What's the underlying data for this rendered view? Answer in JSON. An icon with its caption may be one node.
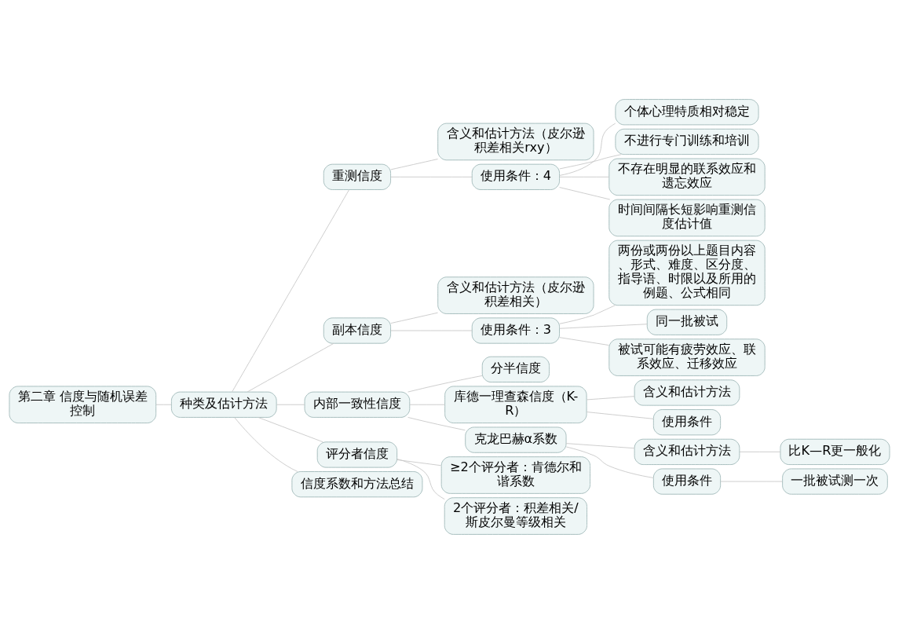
{
  "diagram": {
    "nodes": [
      {
        "text": [
          "第二章 信度与随机误差控制"
        ]
      },
      {
        "text": [
          "种类及估计方法"
        ]
      },
      {
        "text": [
          "重测信度"
        ]
      },
      {
        "text": [
          "含义和估计方法（皮尔逊积差相关rxy）"
        ]
      },
      {
        "text": [
          "使用条件：4"
        ]
      },
      {
        "text": [
          "个体心理特质相对稳定"
        ]
      },
      {
        "text": [
          "不进行专门训练和培训"
        ]
      },
      {
        "text": [
          "不存在明显的联系效应和遗忘效应"
        ]
      },
      {
        "text": [
          "时间间隔长短影响重测信度估计值"
        ]
      },
      {
        "text": [
          "副本信度"
        ]
      },
      {
        "text": [
          "含义和估计方法（皮尔逊积差相关）"
        ]
      },
      {
        "text": [
          "使用条件：3"
        ]
      },
      {
        "text": [
          "两份或两份以上题目内容、形式、难度、区分度、指导语、时限以及所用的例题、公式相同"
        ]
      },
      {
        "text": [
          "同一批被试"
        ]
      },
      {
        "text": [
          "被试可能有疲劳效应、联系效应、迁移效应"
        ]
      },
      {
        "text": [
          "内部一致性信度"
        ]
      },
      {
        "text": [
          "分半信度"
        ]
      },
      {
        "text": [
          "库德一理查森信度（K-R）"
        ]
      },
      {
        "text": [
          "含义和估计方法"
        ]
      },
      {
        "text": [
          "使用条件"
        ]
      },
      {
        "text": [
          "克龙巴赫α系数"
        ]
      },
      {
        "text": [
          "含义和估计方法"
        ]
      },
      {
        "text": [
          "比K—R更一般化"
        ]
      },
      {
        "text": [
          "使用条件"
        ]
      },
      {
        "text": [
          "一批被试测一次"
        ]
      },
      {
        "text": [
          "评分者信度"
        ]
      },
      {
        "text": [
          "≥2个评分者：肯德尔和谐系数"
        ]
      },
      {
        "text": [
          "2个评分者：积差相关/斯皮尔曼等级相关"
        ]
      },
      {
        "text": [
          "信度系数和方法总结"
        ]
      }
    ],
    "edges": [
      {
        "from": 0,
        "to": 1,
        "arrow": "none"
      },
      {
        "from": 1,
        "to": 2,
        "arrow": "none"
      },
      {
        "from": 2,
        "to": 3,
        "arrow": "none"
      },
      {
        "from": 2,
        "to": 4,
        "arrow": "none"
      },
      {
        "from": 4,
        "to": 5,
        "arrow": "none"
      },
      {
        "from": 4,
        "to": 6,
        "arrow": "none"
      },
      {
        "from": 4,
        "to": 7,
        "arrow": "none"
      },
      {
        "from": 4,
        "to": 8,
        "arrow": "none"
      },
      {
        "from": 1,
        "to": 9,
        "arrow": "none"
      },
      {
        "from": 9,
        "to": 10,
        "arrow": "none"
      },
      {
        "from": 9,
        "to": 11,
        "arrow": "none"
      },
      {
        "from": 11,
        "to": 12,
        "arrow": "none"
      },
      {
        "from": 11,
        "to": 13,
        "arrow": "none"
      },
      {
        "from": 11,
        "to": 14,
        "arrow": "none"
      },
      {
        "from": 1,
        "to": 15,
        "arrow": "none"
      },
      {
        "from": 15,
        "to": 16,
        "arrow": "none"
      },
      {
        "from": 15,
        "to": 17,
        "arrow": "none"
      },
      {
        "from": 17,
        "to": 18,
        "arrow": "none"
      },
      {
        "from": 17,
        "to": 19,
        "arrow": "none"
      },
      {
        "from": 15,
        "to": 20,
        "arrow": "none"
      },
      {
        "from": 20,
        "to": 21,
        "arrow": "none"
      },
      {
        "from": 21,
        "to": 22,
        "arrow": "none"
      },
      {
        "from": 20,
        "to": 23,
        "arrow": "none"
      },
      {
        "from": 23,
        "to": 24,
        "arrow": "none"
      },
      {
        "from": 1,
        "to": 25,
        "arrow": "none"
      },
      {
        "from": 25,
        "to": 26,
        "arrow": "none"
      },
      {
        "from": 25,
        "to": 27,
        "arrow": "none"
      },
      {
        "from": 1,
        "to": 28,
        "arrow": "none"
      }
    ]
  }
}
